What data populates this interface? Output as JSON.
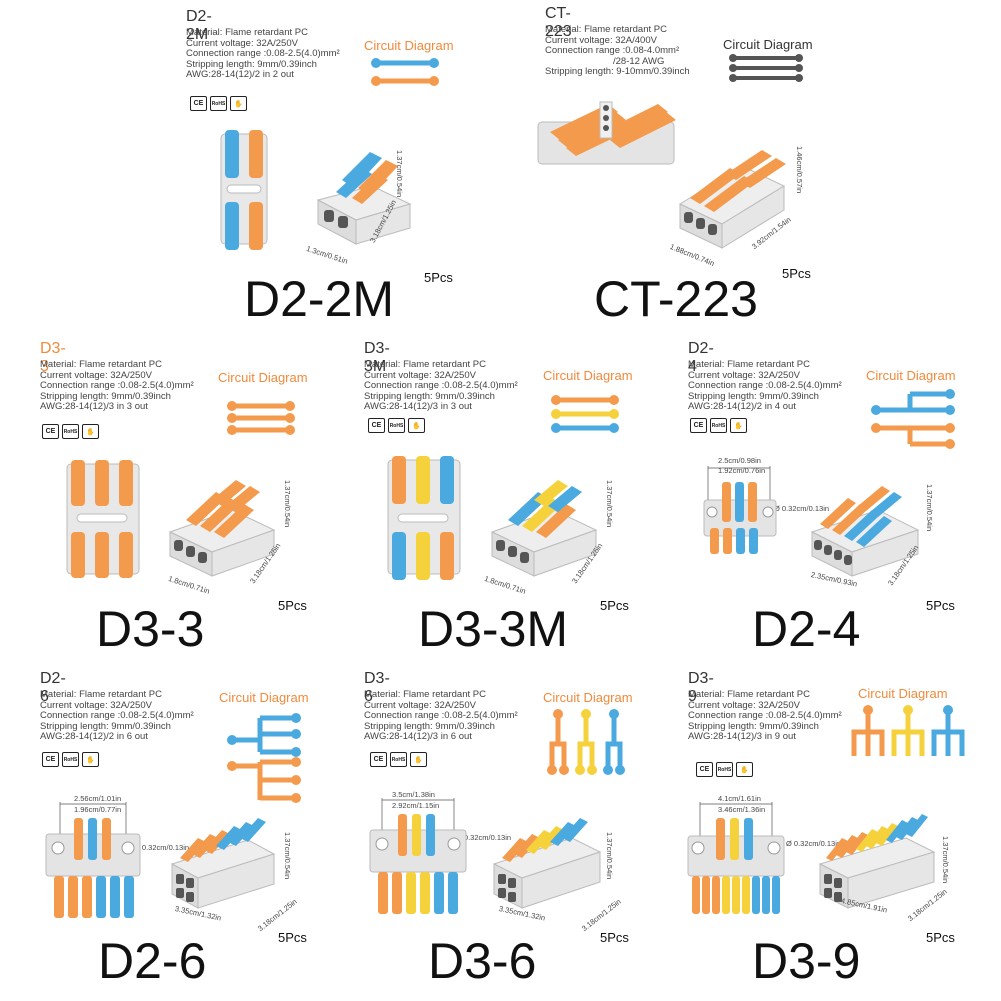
{
  "colors": {
    "orange": "#f39a4c",
    "blue": "#4aa9df",
    "yellow": "#f5d23c",
    "dark": "#555555",
    "body": "#e8e8e8"
  },
  "cert_labels": [
    "CE",
    "RoHS",
    "flame"
  ],
  "products": [
    {
      "code": "D2-2M",
      "big_name": "D2-2M",
      "pcs": "5Pcs",
      "specs": [
        "Material: Flame retardant PC",
        "Current voltage: 32A/250V",
        "Connection range :0.08-2.5(4.0)mm²",
        "Stripping length: 9mm/0.39inch",
        "AWG:28-14(12)/2 in 2 out"
      ],
      "diagram_title": "Circuit Diagram",
      "dims": [
        "1.37cm/0.54in",
        "3.18cm/1.25in",
        "1.3cm/0.51in"
      ]
    },
    {
      "code": "CT-223",
      "big_name": "CT-223",
      "pcs": "5Pcs",
      "specs": [
        "Material: Flame retardant PC",
        "Current voltage: 32A/400V",
        "Connection range :0.08-4.0mm²",
        "/28-12 AWG",
        "Stripping length: 9-10mm/0.39inch"
      ],
      "diagram_title": "Circuit Diagram",
      "dims": [
        "1.46cm/0.57in",
        "3.92cm/1.54in",
        "1.88cm/0.74in"
      ]
    },
    {
      "code": "D3-3",
      "big_name": "D3-3",
      "pcs": "5Pcs",
      "specs": [
        "Material: Flame retardant PC",
        "Current voltage: 32A/250V",
        "Connection range :0.08-2.5(4.0)mm²",
        "Stripping length: 9mm/0.39inch",
        "AWG:28-14(12)/3 in 3 out"
      ],
      "diagram_title": "Circuit Diagram",
      "dims": [
        "1.37cm/0.54in",
        "3.18cm/1.25in",
        "1.8cm/0.71in"
      ]
    },
    {
      "code": "D3-3M",
      "big_name": "D3-3M",
      "pcs": "5Pcs",
      "specs": [
        "Material: Flame retardant PC",
        "Current voltage: 32A/250V",
        "Connection range :0.08-2.5(4.0)mm²",
        "Stripping length: 9mm/0.39inch",
        "AWG:28-14(12)/3 in 3 out"
      ],
      "diagram_title": "Circuit Diagram",
      "dims": [
        "1.37cm/0.54in",
        "3.18cm/1.25in",
        "1.8cm/0.71in"
      ]
    },
    {
      "code": "D2-4",
      "big_name": "D2-4",
      "pcs": "5Pcs",
      "specs": [
        "Material: Flame retardant PC",
        "Current voltage: 32A/250V",
        "Connection range :0.08-2.5(4.0)mm²",
        "Stripping length: 9mm/0.39inch",
        "AWG:28-14(12)/2 in 4 out"
      ],
      "diagram_title": "Circuit Diagram",
      "dims": [
        "2.5cm/0.98in",
        "1.92cm/0.76in",
        "Ø 0.32cm/0.13in",
        "1.37cm/0.54in",
        "2.35cm/0.93in",
        "3.18cm/1.25in"
      ]
    },
    {
      "code": "D2-6",
      "big_name": "D2-6",
      "pcs": "5Pcs",
      "specs": [
        "Material: Flame retardant PC",
        "Current voltage: 32A/250V",
        "Connection range :0.08-2.5(4.0)mm²",
        "Stripping length: 9mm/0.39inch",
        "AWG:28-14(12)/2 in 6 out"
      ],
      "diagram_title": "Circuit Diagram",
      "dims": [
        "2.56cm/1.01in",
        "1.96cm/0.77in",
        "Ø 0.32cm/0.13in",
        "1.37cm/0.54in",
        "3.35cm/1.32in",
        "3.18cm/1.25in"
      ]
    },
    {
      "code": "D3-6",
      "big_name": "D3-6",
      "pcs": "5Pcs",
      "specs": [
        "Material: Flame retardant PC",
        "Current voltage: 32A/250V",
        "Connection range :0.08-2.5(4.0)mm²",
        "Stripping length: 9mm/0.39inch",
        "AWG:28-14(12)/3 in 6 out"
      ],
      "diagram_title": "Circuit Diagram",
      "dims": [
        "3.5cm/1.38in",
        "2.92cm/1.15in",
        "Ø 0.32cm/0.13in",
        "1.37cm/0.54in",
        "3.35cm/1.32in",
        "3.18cm/1.25in"
      ]
    },
    {
      "code": "D3-9",
      "big_name": "D3-9",
      "pcs": "5Pcs",
      "specs": [
        "Material: Flame retardant PC",
        "Current voltage: 32A/250V",
        "Connection range :0.08-2.5(4.0)mm²",
        "Stripping length: 9mm/0.39inch",
        "AWG:28-14(12)/3 in 9 out"
      ],
      "diagram_title": "Circuit Diagram",
      "dims": [
        "4.1cm/1.61in",
        "3.46cm/1.36in",
        "Ø 0.32cm/0.13in",
        "1.37cm/0.54in",
        "4.85cm/1.91in",
        "3.18cm/1.25in"
      ]
    }
  ]
}
